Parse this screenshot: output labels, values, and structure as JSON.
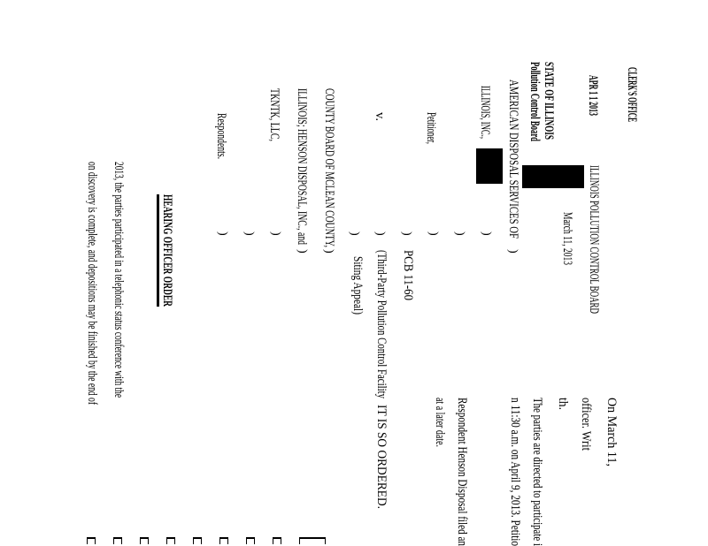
{
  "stamp": {
    "clerks_office": "CLERK'S OFFICE",
    "date": "APR 1 1 2013",
    "state": "STATE OF ILLINOIS",
    "board": "Pollution Control Board"
  },
  "header": {
    "court": "ILLINOIS POLLUTION CONTROL BOARD",
    "date": "March 11, 2013"
  },
  "caption": {
    "petitioner_line1": "AMERICAN DISPOSAL SERVICES OF",
    "petitioner_line2": "ILLINOIS, INC.,",
    "petitioner_role": "Petitioner,",
    "versus": "v.",
    "respondent_line1": "COUNTY BOARD OF MCLEAN COUNTY,",
    "respondent_line2": "ILLINOIS; HENSON DISPOSAL, INC., and",
    "respondent_line3": "TKNTK, LLC,",
    "respondent_role": "Respondents.",
    "case_number": "PCB 11-60",
    "case_type_line1": "(Third-Party Pollution Control Facility",
    "case_type_line2": "Siting Appeal)",
    "paren": ")"
  },
  "order": {
    "title": "HEARING OFFICER ORDER",
    "line1": "2013, the parties participated in a telephonic status conference with the",
    "line2": "on discovery is complete, and depositions may be finished by the end of",
    "so_ordered": "IT IS SO ORDERED."
  },
  "overlay_page": {
    "line1": "On March 11,",
    "line2": "officer. Writ",
    "line3": "th.",
    "line4": "The parties are directed to participate i",
    "line5": "n 11:30 a.m. on April 9, 2013. Petitio",
    "line6": "Respondent Henson Disposal filed an",
    "line7": "at a later date."
  }
}
